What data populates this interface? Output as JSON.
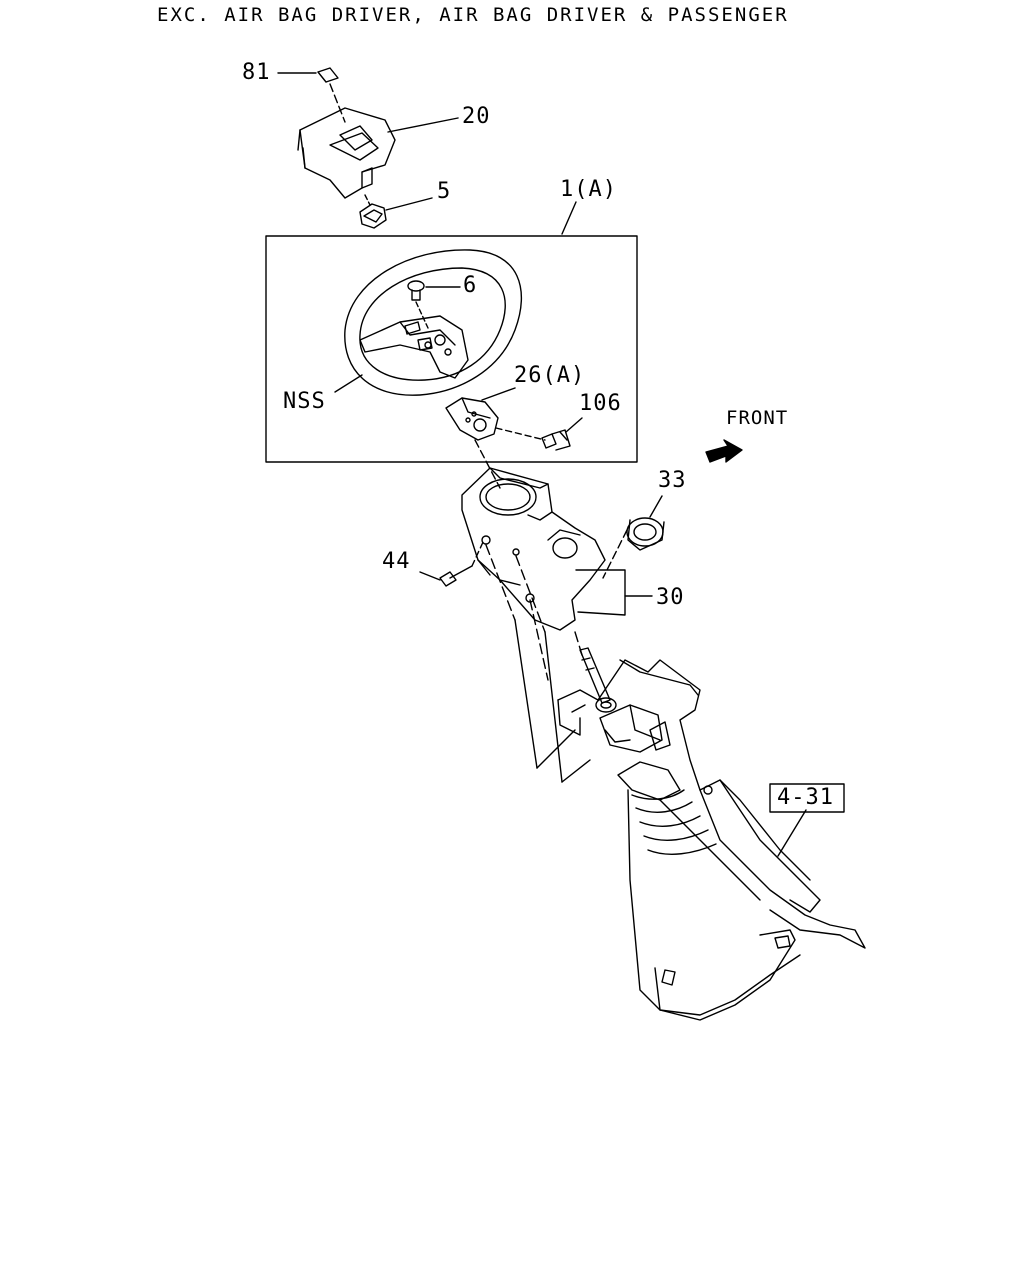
{
  "title": "EXC. AIR BAG DRIVER, AIR BAG DRIVER & PASSENGER",
  "front_label": "FRONT",
  "reference_box": "4-31",
  "callouts": {
    "p81": "81",
    "p20": "20",
    "p5": "5",
    "p1a": "1(A)",
    "p6": "6",
    "pnss": "NSS",
    "p26a": "26(A)",
    "p106": "106",
    "p33": "33",
    "p44": "44",
    "p30": "30"
  },
  "colors": {
    "line": "#000000",
    "background": "#ffffff"
  }
}
